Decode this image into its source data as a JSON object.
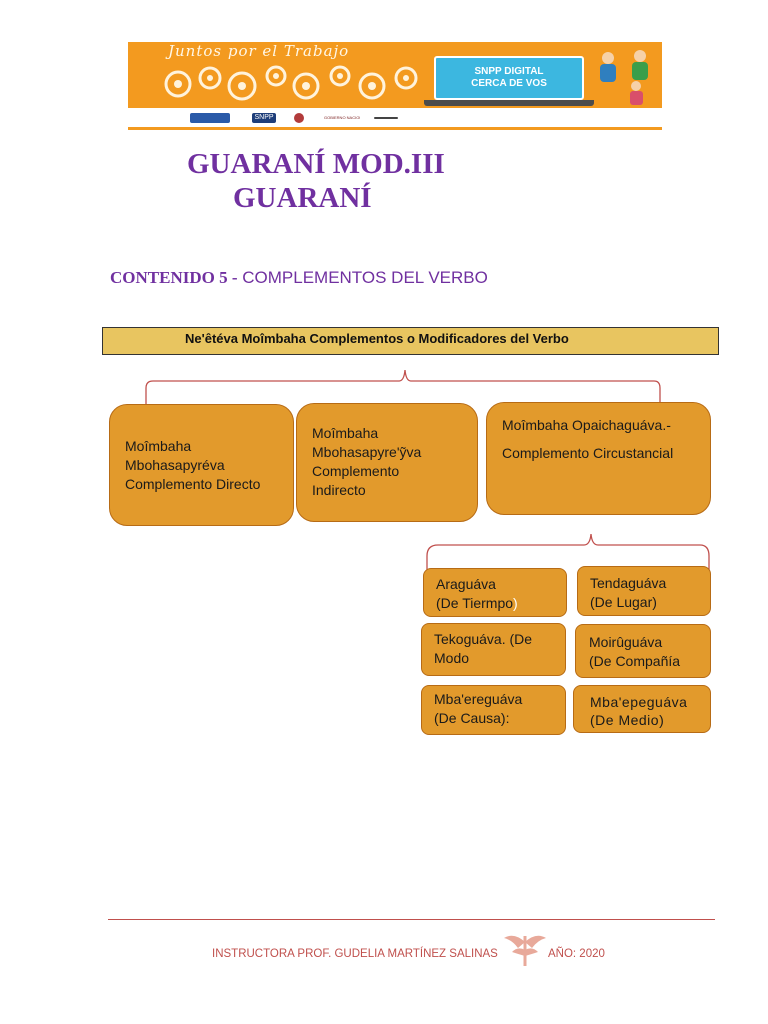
{
  "banner": {
    "slogan": "Juntos por el Trabajo",
    "screen_line_1": "SNPP DIGITAL",
    "screen_line_2": "CERCA DE VOS",
    "colors": {
      "orange": "#f39a1f",
      "screen": "#3cb7e0"
    },
    "logos": [
      "ministry-logo",
      "snpp-logo",
      "seal-logo",
      "gobierno-nacional-logo",
      "signature-logo"
    ],
    "logo_text_1": "SNPP",
    "logo_text_2": "GOBIERNO NACIONAL"
  },
  "title": {
    "line1": "GUARANÍ MOD.III",
    "line2": "GUARANÍ"
  },
  "content": {
    "label": "CONTENIDO 5 -",
    "topic": " COMPLEMENTOS DEL VERBO"
  },
  "diagram": {
    "root": "Ne'êtéva Moîmbaha Complementos o Modificadores del Verbo",
    "level1": [
      {
        "lines": [
          "Moîmbaha",
          "Mbohasapyréva",
          "Complemento Directo"
        ]
      },
      {
        "lines": [
          "Moîmbaha",
          "Mbohasapyre'ỹva",
          "Complemento",
          "Indirecto"
        ]
      },
      {
        "lines": [
          "Moîmbaha Opaichaguáva.-",
          "Complemento Circustancial"
        ]
      }
    ],
    "level2": [
      {
        "lines": [
          "Araguáva",
          "(De Tiermpo",
          ")"
        ]
      },
      {
        "lines": [
          "Tendaguáva",
          "(De Lugar)"
        ]
      },
      {
        "lines": [
          "Tekoguáva. (De",
          "Modo"
        ]
      },
      {
        "lines": [
          "Moirûguáva",
          "(De Compañía"
        ]
      },
      {
        "lines": [
          "Mba'ereguáva",
          "(De Causa):"
        ]
      },
      {
        "lines": [
          "Mba'epeguáva",
          "(De Medio)"
        ]
      }
    ],
    "colors": {
      "box_fill": "#e29a2c",
      "box_border": "#b76b15",
      "header_fill": "#e8c560",
      "bracket": "#c0504d"
    }
  },
  "footer": {
    "instructor": "INSTRUCTORA PROF. GUDELIA MARTÍNEZ SALINAS",
    "year": "AÑO: 2020",
    "color": "#c0504d"
  }
}
